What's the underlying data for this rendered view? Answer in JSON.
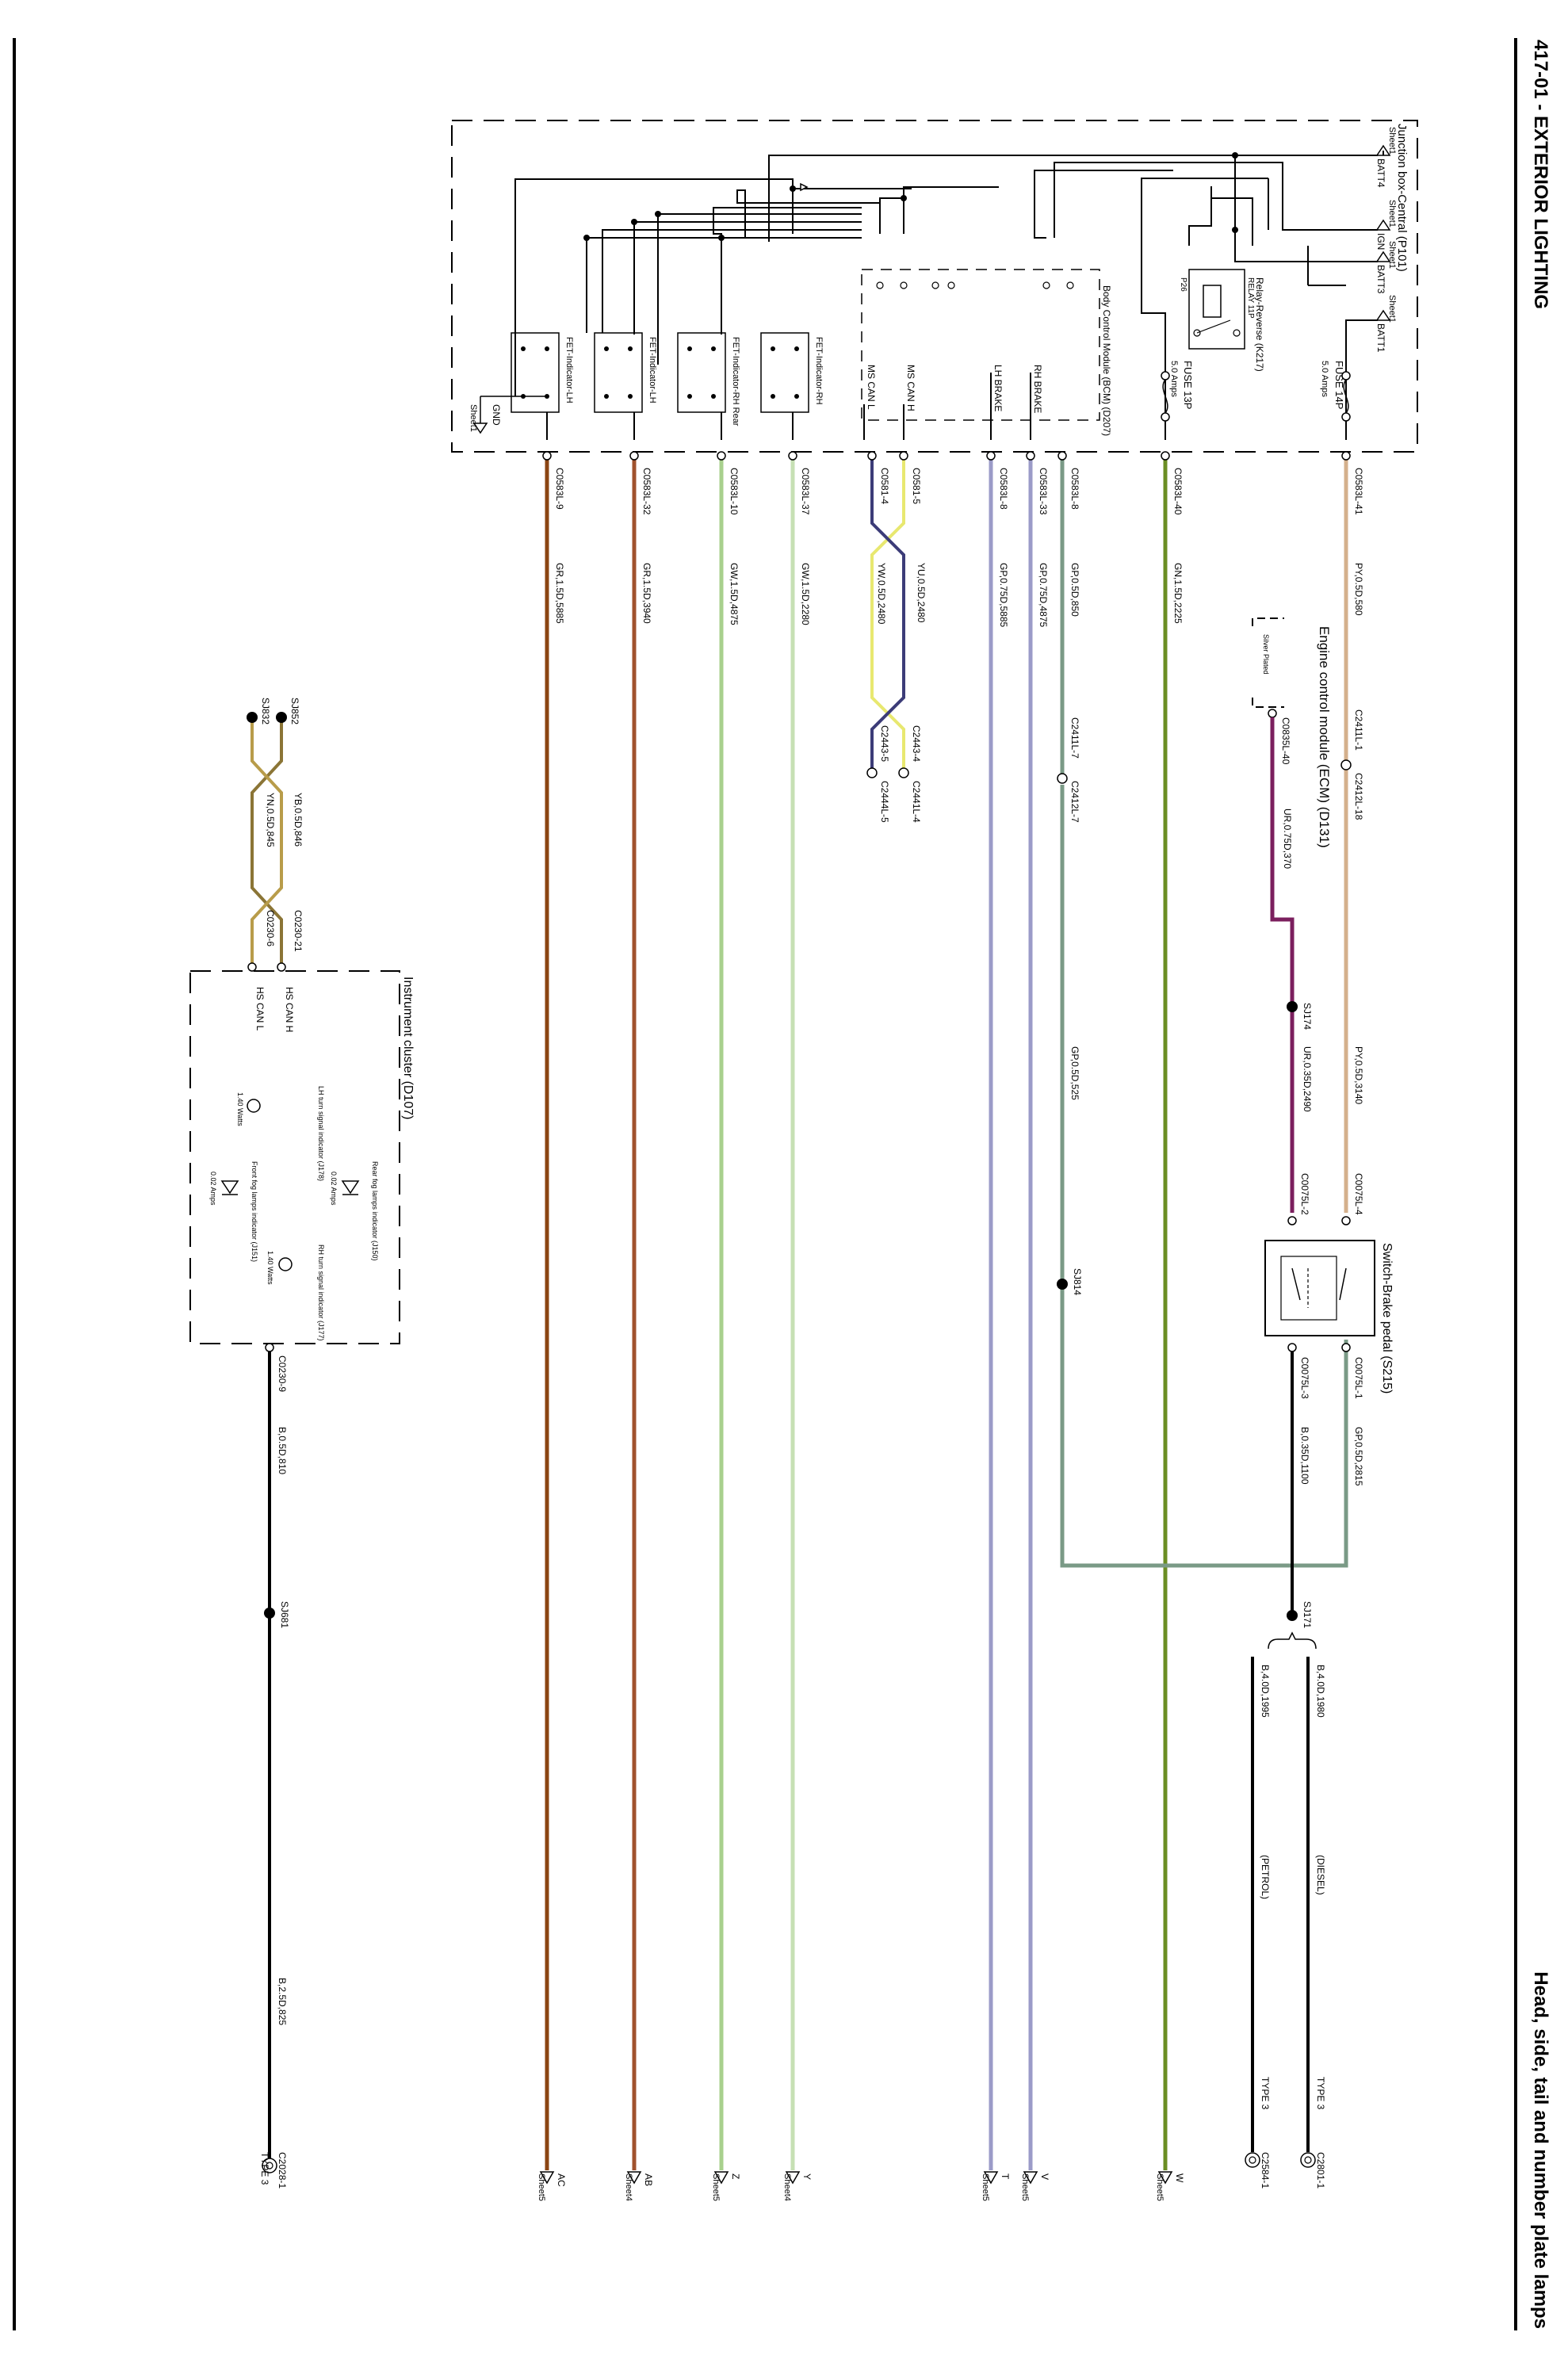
{
  "header": {
    "section_title": "417-01 - EXTERIOR LIGHTING",
    "page_title": "Head, side, tail and number plate lamps"
  },
  "colors": {
    "tan": "#d4b08c",
    "green_dark": "#6b8e23",
    "green_light": "#a8d08d",
    "green_pale": "#c6e0b4",
    "lavender": "#9b9bc8",
    "gray_green": "#7a9a86",
    "brown": "#8b4513",
    "brown_light": "#a0522d",
    "olive": "#8b7536",
    "purple": "#7b1f5e",
    "yellow": "#e8e870",
    "navy": "#3c3c78",
    "black": "#000000"
  },
  "junction_box": {
    "title": "Junction box-Central (P101)",
    "inputs": [
      {
        "label": "BATT4",
        "sheet": "Sheet1"
      },
      {
        "label": "IGN",
        "sheet": "Sheet1"
      },
      {
        "label": "BATT3",
        "sheet": "Sheet1"
      },
      {
        "label": "BATT1",
        "sheet": "Sheet1"
      }
    ],
    "fuses": [
      {
        "label": "FUSE 14P",
        "rating": "5.0 Amps"
      },
      {
        "label": "FUSE 13P",
        "rating": "5.0 Amps"
      }
    ],
    "relay": {
      "label": "Relay-Reverse (K217)",
      "sub": "RELAY 11P",
      "sub2": "P26"
    },
    "bcm": "Body Control Module (BCM) (D207)",
    "signals": [
      "RH BRAKE",
      "LH BRAKE",
      "MS CAN H",
      "MS CAN L"
    ],
    "fets": [
      "FET-Indicator-RH",
      "FET-Indicator-RH Rear",
      "FET-Indicator-LH",
      "FET-Indicator-LH"
    ],
    "gnd": {
      "label": "GND",
      "sheet": "Sheet1"
    }
  },
  "connectors": {
    "c41": "C0583L-41",
    "c40": "C0583L-40",
    "c8": "C0583L-8",
    "c33": "C0583L-33",
    "c8b": "C0583L-8",
    "c5": "C0581-5",
    "c4": "C0581-4",
    "c37": "C0583L-37",
    "c10": "C0583L-10",
    "c32": "C0583L-32",
    "c9": "C0583L-9"
  },
  "wires": {
    "w1": "PY,0.5D,580",
    "w2": "GN,1.5D,2225",
    "w3": "GP,0.5D,850",
    "w4": "GP,0.75D,4875",
    "w5": "GP,0.75D,5885",
    "w6": "YU,0.5D,2480",
    "w7": "YW,0.5D,2480",
    "w8": "GW,1.5D,2280",
    "w9": "GW,1.5D,4875",
    "w10": "GR,1.5D,3940",
    "w11": "GR,1.5D,5885",
    "w12": "UR,0.75D,370",
    "w13": "PY,0.5D,3140",
    "w14": "UR,0.35D,2490",
    "w15": "GP,0.5D,525",
    "w16": "GP,0.5D,2815",
    "w17": "B,0.35D,1100",
    "w18": "B,4.0D,1980",
    "w19": "B,4.0D,1995",
    "w20": "YB,0.5D,846",
    "w21": "YN,0.5D,845",
    "w22": "B,0.5D,810",
    "w23": "B,2.5D,825"
  },
  "ecm": {
    "title": "Engine control module (ECM) (D131)",
    "note": "Silver Plated",
    "conn": "C0835L-40"
  },
  "inline": {
    "a": "C2411L-1",
    "b": "C2412L-18",
    "c": "C2411L-7",
    "d": "C2412L-7",
    "e": "C2443-4",
    "f": "C2441L-4",
    "g": "C2443-5",
    "h": "C2444L-5"
  },
  "splices": {
    "s174": "SJ174",
    "s814": "SJ814",
    "s171": "SJ171",
    "s852": "SJ852",
    "s832": "SJ832",
    "s681": "SJ681"
  },
  "brake_switch": {
    "title": "Switch-Brake pedal (S215)",
    "c4": "C0075L-4",
    "c2": "C0075L-2",
    "c1": "C0075L-1",
    "c3": "C0075L-3"
  },
  "variants": {
    "diesel": "(DIESEL)",
    "petrol": "(PETROL)",
    "type": "TYPE 3",
    "c2801": "C2801-1",
    "c2584": "C2584-1"
  },
  "outputs": {
    "W": "W",
    "V": "V",
    "T": "T",
    "Y": "Y",
    "Z": "Z",
    "AB": "AB",
    "AC": "AC",
    "sheet5": "Sheet5",
    "sheet4": "Sheet4"
  },
  "cluster": {
    "title": "Instrument cluster (D107)",
    "hs_h": "HS CAN H",
    "hs_l": "HS CAN L",
    "lamp_lh": "LH turn signal indicator (J178)",
    "lamp_rh": "RH turn signal indicator (J177)",
    "lamp_rfog": "Rear fog lamps indicator (J150)",
    "lamp_ffog": "Front fog lamps indicator (J151)",
    "watts": "1.40 Watts",
    "amps": "0.02 Amps",
    "c21": "C0230-21",
    "c6": "C0230-6",
    "c9": "C0230-9",
    "c2028": "C2028-1"
  }
}
